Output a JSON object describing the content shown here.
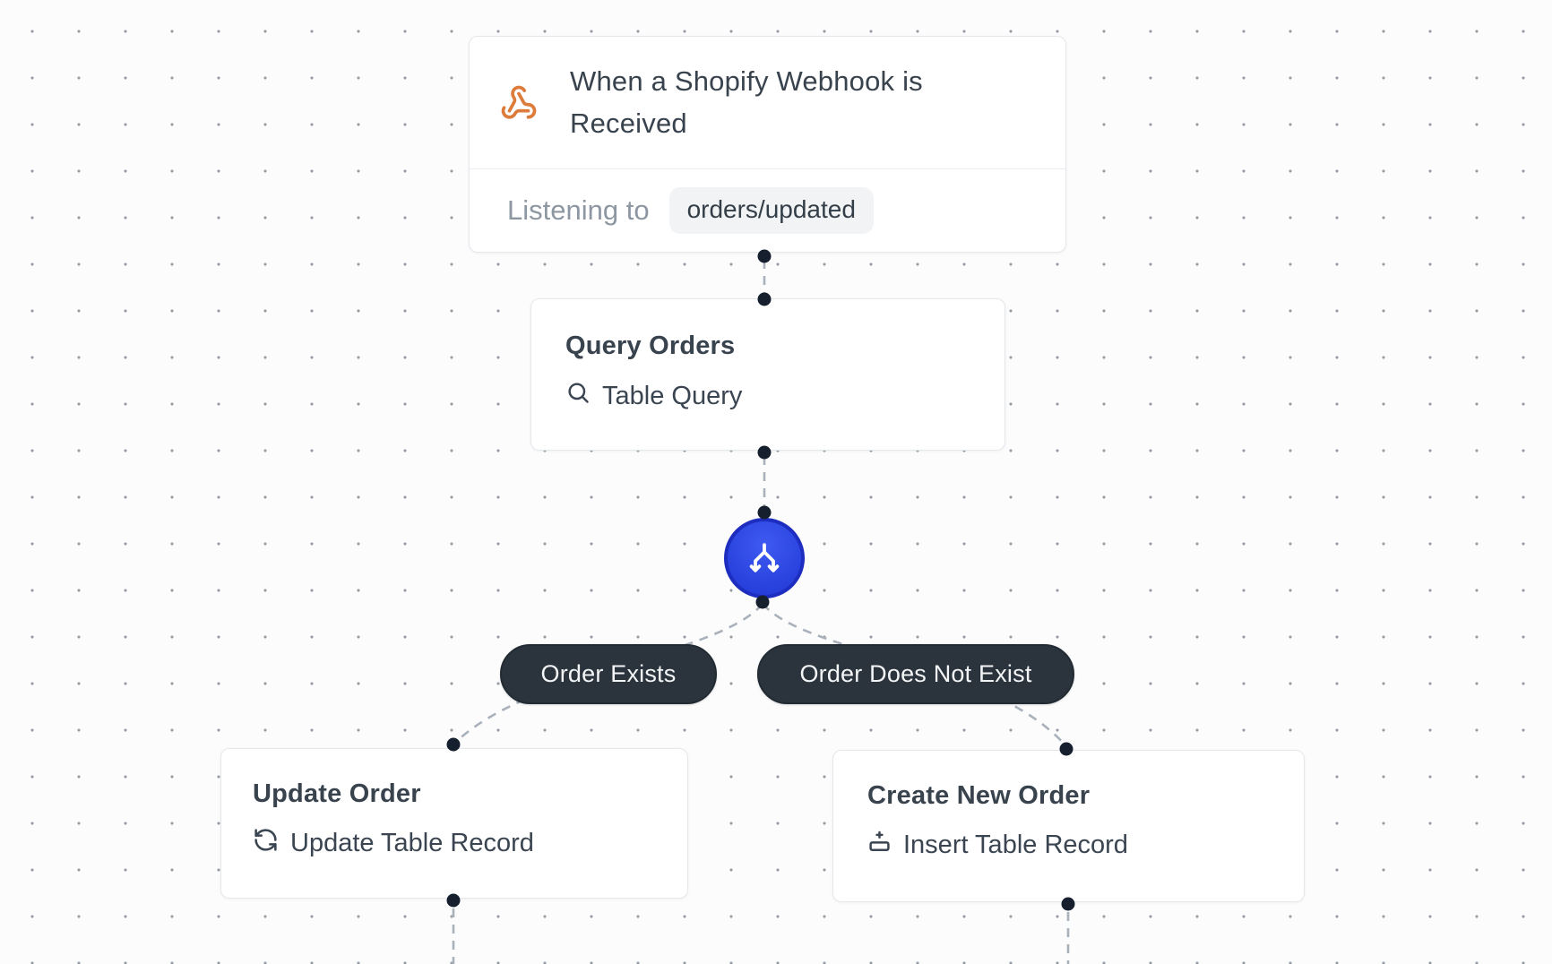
{
  "canvas": {
    "type": "workflow-editor-canvas",
    "background_color": "#FCFCFD",
    "grid_dot_color": "#979DA5"
  },
  "nodes": {
    "webhook_trigger": {
      "title": "When a Shopify Webhook is Received",
      "icon": "webhook-icon",
      "icon_color": "#DC7B3A",
      "footer_label": "Listening to",
      "topic_badge": "orders/updated",
      "badge_background": "#F1F3F4"
    },
    "query_orders": {
      "title": "Query Orders",
      "subtitle": "Table Query",
      "icon": "search-icon"
    },
    "branch_node": {
      "icon": "split-arrows-icon",
      "fill_color": "#2B44E0",
      "border_color": "#1D2DBF"
    },
    "update_order": {
      "title": "Update Order",
      "subtitle": "Update Table Record",
      "icon": "refresh-icon"
    },
    "create_order": {
      "title": "Create New Order",
      "subtitle": "Insert Table Record",
      "icon": "insert-row-icon"
    }
  },
  "branch_labels": {
    "left": "Order Exists",
    "right": "Order Does Not Exist",
    "pill_background": "#2B343D",
    "pill_text_color": "#F3F5F6"
  },
  "connectors": {
    "style": "dashed",
    "dash_color": "#A9B1BA",
    "endpoint_dot_color": "#161F2E"
  }
}
